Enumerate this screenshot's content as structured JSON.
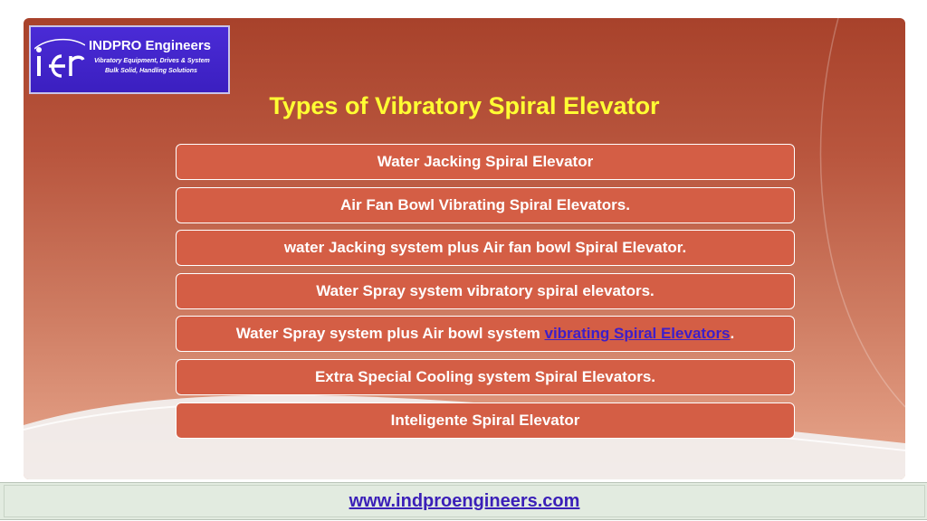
{
  "logo": {
    "name": "INDPRO Engineers",
    "tagline_1": "Vibratory Equipment, Drives & System",
    "tagline_2": "Bulk Solid, Handling Solutions",
    "colors": {
      "background": "#3b1fc0",
      "text": "#ffffff"
    }
  },
  "title": "Types of Vibratory Spiral Elevator",
  "items": [
    {
      "text": "Water Jacking Spiral Elevator"
    },
    {
      "text": "Air Fan Bowl Vibrating Spiral Elevators."
    },
    {
      "text": "water Jacking system plus Air fan bowl Spiral Elevator."
    },
    {
      "text": "Water Spray system vibratory spiral elevators."
    },
    {
      "text": "Water Spray system plus Air bowl system ",
      "link": "vibrating Spiral Elevators",
      "suffix": "."
    },
    {
      "text": "Extra Special Cooling system Spiral Elevators."
    },
    {
      "text": "Inteligente Spiral Elevator"
    }
  ],
  "footer": {
    "url": "www.indproengineers.com"
  },
  "colors": {
    "title": "#ffff33",
    "item_fill": "#d45e45",
    "link": "#3d1ec9",
    "footer_bg": "#e2ebe0"
  }
}
